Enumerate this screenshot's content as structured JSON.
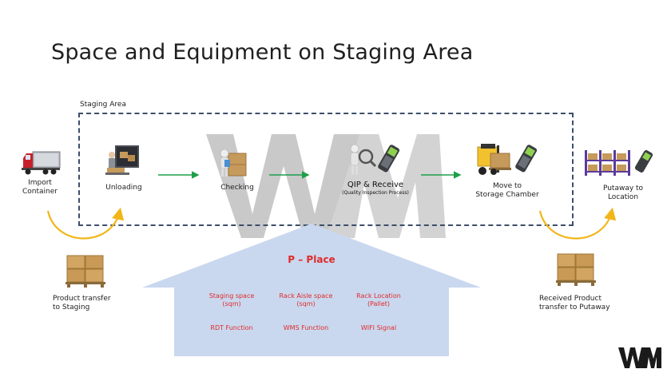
{
  "slide": {
    "title": "Space and Equipment on Staging Area",
    "staging_area_label": "Staging Area"
  },
  "steps": {
    "import_container": [
      "Import",
      "Container"
    ],
    "unloading": "Unloading",
    "checking": "Checking",
    "qip_receive": "QIP & Receive",
    "qip_sub": "(Quality Inspection Process)",
    "move_to_storage": [
      "Move to",
      "Storage Chamber"
    ],
    "putaway": [
      "Putaway to",
      "Location"
    ]
  },
  "transfers": {
    "to_staging": [
      "Product transfer",
      "to Staging"
    ],
    "to_putaway": [
      "Received Product",
      "transfer to Putaway"
    ]
  },
  "place": {
    "title": "P – Place",
    "items": [
      [
        "Staging space",
        "(sqm)"
      ],
      [
        "Rack Aisle space",
        "(sqm)"
      ],
      [
        "Rack Location",
        "(Pallet)"
      ],
      [
        "RDT Function"
      ],
      [
        "WMS Function"
      ],
      [
        "WIFI Signal"
      ]
    ]
  },
  "colors": {
    "flow_arrow": "#1e9e4a",
    "transfer_arrow": "#f2b619",
    "house": "#c9d8ef",
    "place_text": "#e02a2a",
    "watermark": "#bfbfbf",
    "box_border": "#3a4f6b"
  },
  "icons": [
    "truck-icon",
    "unloading-worker-icon",
    "checking-worker-icon",
    "scanner-icon",
    "forklift-icon",
    "rack-icon",
    "pallet-boxes-icon"
  ]
}
